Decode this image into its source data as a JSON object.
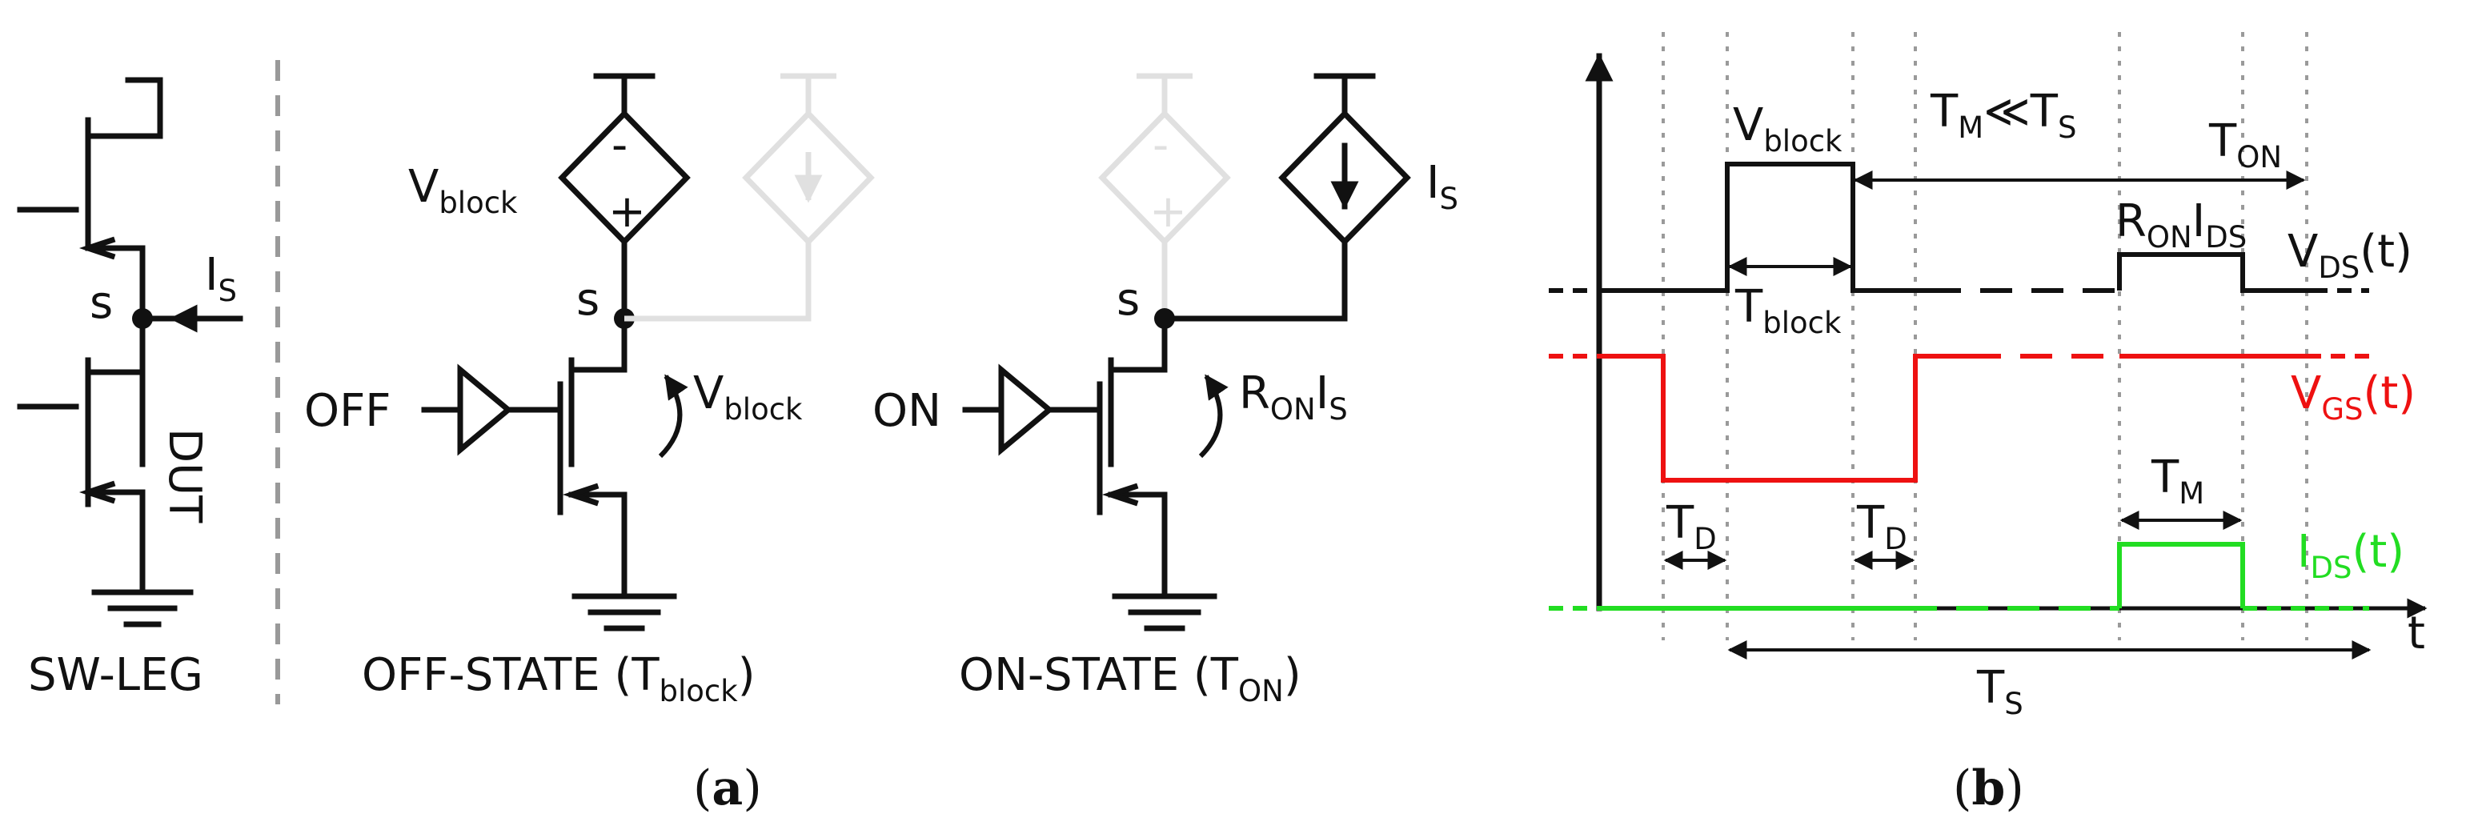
{
  "panel_a": {
    "caption_open": "(",
    "caption_letter": "a",
    "caption_close": ")",
    "sw_leg": "SW-LEG",
    "dut": "DUT",
    "s_label": "s",
    "is_main": "I",
    "is_sub": "S",
    "off_state_pre": "OFF-STATE (T",
    "off_state_sub": "block",
    "off_state_post": ")",
    "on_state_pre": "ON-STATE (T",
    "on_state_sub": "ON",
    "on_state_post": ")",
    "off_input": "OFF",
    "on_input": "ON",
    "vblock_main": "V",
    "vblock_sub": "block",
    "ron_main1": "R",
    "ron_sub1": "ON",
    "ron_main2": "I",
    "ron_sub2": "S",
    "minus": "-",
    "plus": "+"
  },
  "panel_b": {
    "caption_open": "(",
    "caption_letter": "b",
    "caption_close": ")",
    "t_axis": "t",
    "vds_main": "V",
    "vds_sub": "DS",
    "vds_post": "(t)",
    "vgs_main": "V",
    "vgs_sub": "GS",
    "vgs_post": "(t)",
    "ids_main": "I",
    "ids_sub": "DS",
    "ids_post": "(t)",
    "vblock_main": "V",
    "vblock_sub": "block",
    "tblock_main": "T",
    "tblock_sub": "block",
    "tm_ts_main1": "T",
    "tm_ts_sub1": "M",
    "tm_ts_op": "≪T",
    "tm_ts_sub2": "S",
    "ton_main": "T",
    "ton_sub": "ON",
    "ronids_main1": "R",
    "ronids_sub1": "ON",
    "ronids_main2": "I",
    "ronids_sub2": "DS",
    "td_main": "T",
    "td_sub": "D",
    "tm_main": "T",
    "tm_sub": "M",
    "ts_main": "T",
    "ts_sub": "S"
  },
  "colors": {
    "vds": "#111111",
    "vgs": "#ee1111",
    "ids": "#22dd22",
    "ghost": "#e0e0e0",
    "grid": "#9a9a9a"
  }
}
